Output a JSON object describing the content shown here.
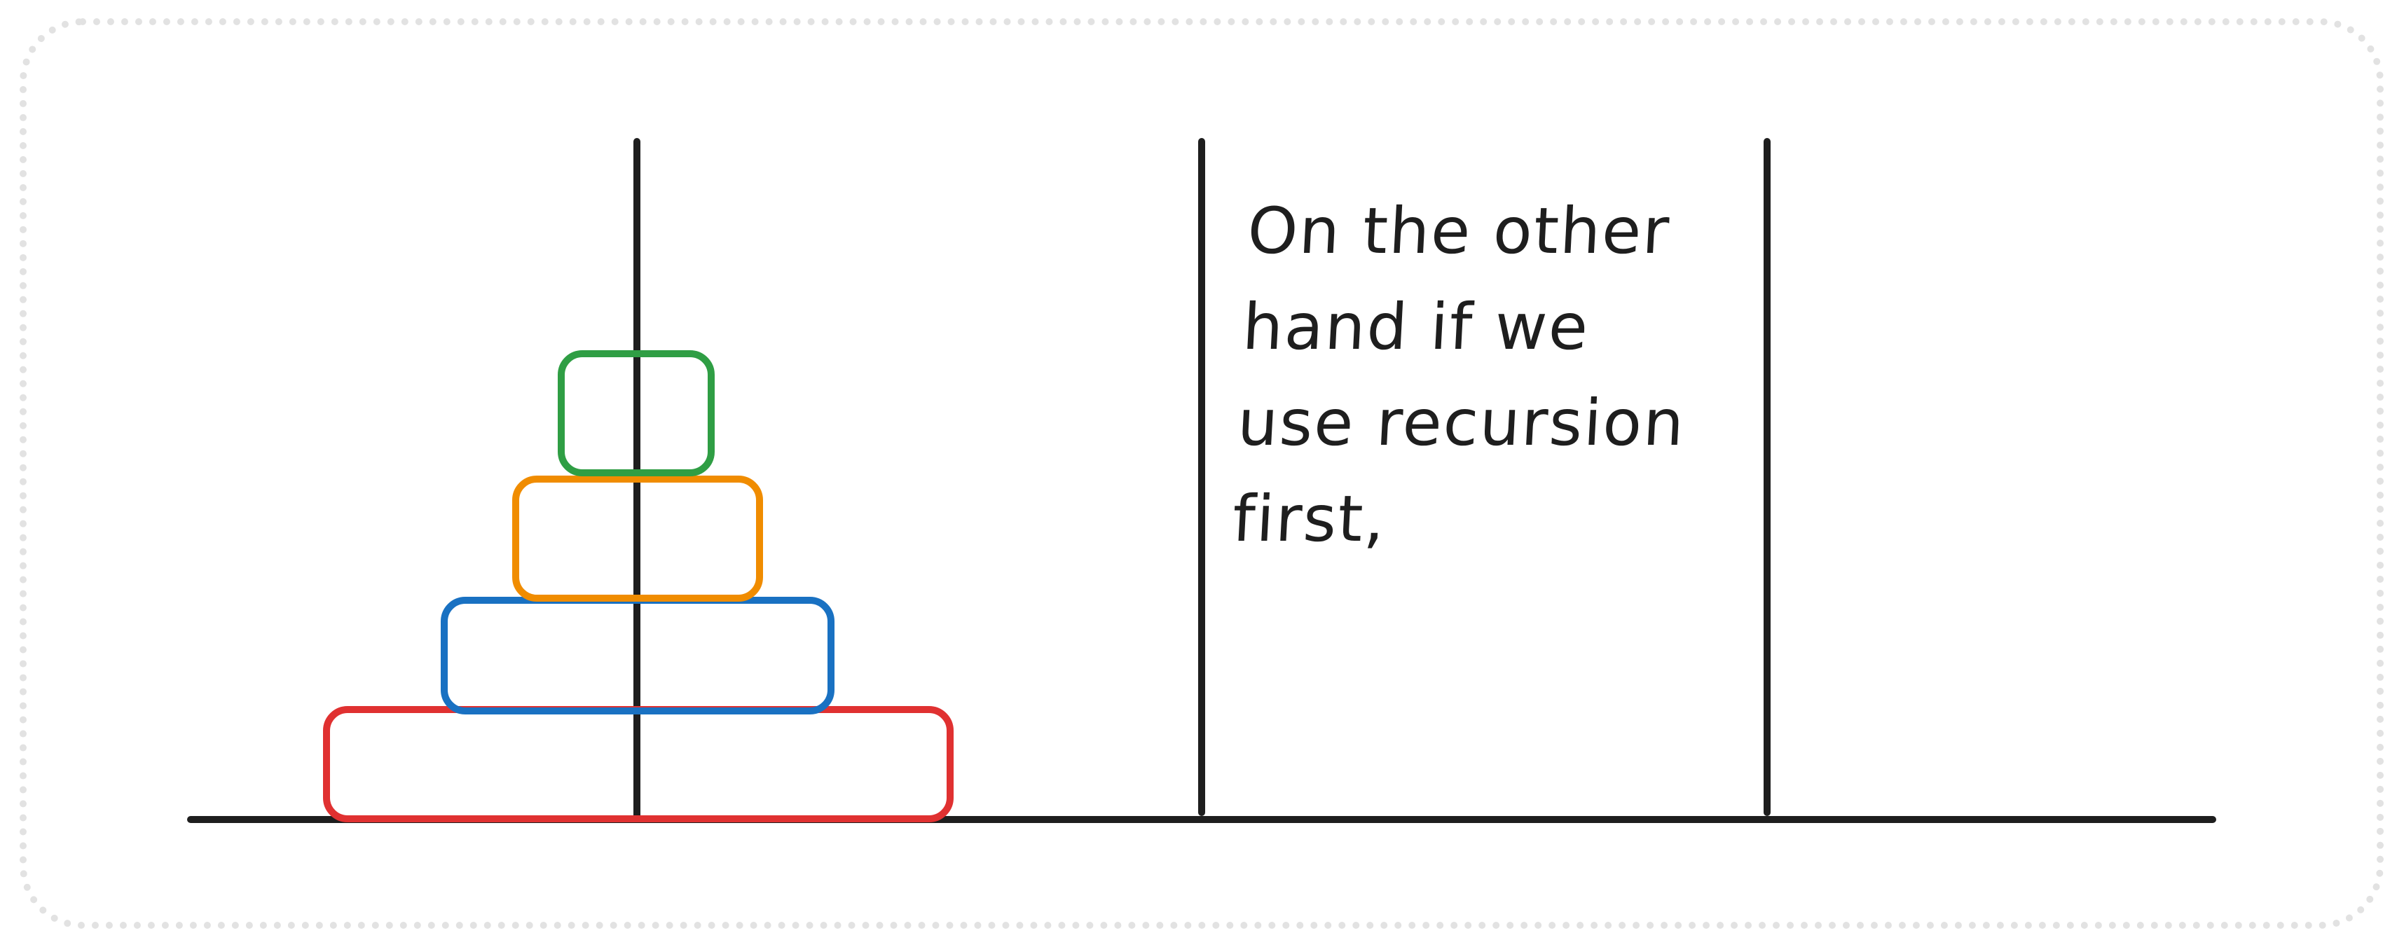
{
  "diagram": {
    "caption": "On the other\nhand if we\nuse recursion\nfirst,",
    "colors": {
      "stroke": "#1e1e1e",
      "frame": "#e2e2e2",
      "disk_red": "#e03131",
      "disk_blue": "#1971c2",
      "disk_orange": "#f08c00",
      "disk_green": "#2f9e44"
    },
    "pegs": [
      {
        "name": "left-peg"
      },
      {
        "name": "middle-peg"
      },
      {
        "name": "right-peg"
      }
    ],
    "disks_on_left_peg_bottom_to_top": [
      "red",
      "blue",
      "orange",
      "green"
    ]
  }
}
